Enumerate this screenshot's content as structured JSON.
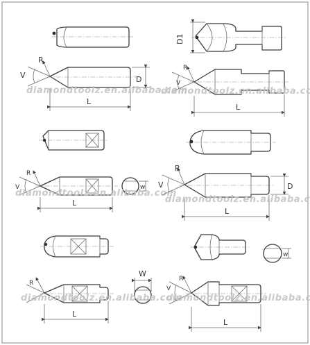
{
  "watermark": "diamondtoolz.en.alibaba.com",
  "colors": {
    "line": "#3b3b3b",
    "watermark": "#c4c4c4",
    "background": "#ffffff"
  },
  "labels": {
    "v": "V",
    "r": "R",
    "l": "L",
    "d": "D",
    "d1": "D1",
    "w": "W",
    "w_small": "w"
  }
}
